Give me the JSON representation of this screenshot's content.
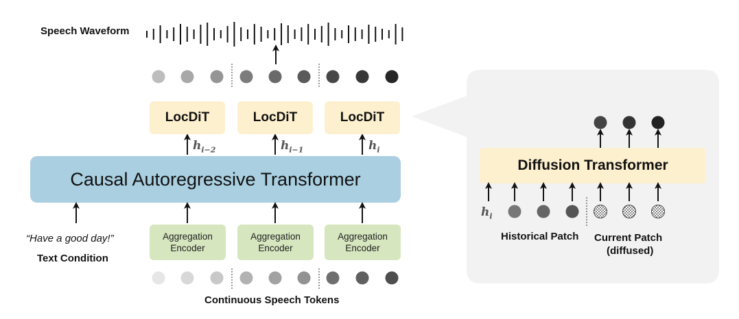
{
  "waveform_label": "Speech Waveform",
  "locdit_label": "LocDiT",
  "hidden_states": [
    {
      "base": "h",
      "sub": "i−2"
    },
    {
      "base": "h",
      "sub": "i−1"
    },
    {
      "base": "h",
      "sub": "i"
    }
  ],
  "transformer_label": "Causal Autoregressive Transformer",
  "aggregation_encoder_label": "Aggregation\nEncoder",
  "text_prompt": "“Have a good day!”",
  "text_condition_label": "Text Condition",
  "continuous_tokens_label": "Continuous Speech Tokens",
  "detail": {
    "diffusion_transformer_label": "Diffusion Transformer",
    "input_state": {
      "base": "h",
      "sub": "i"
    },
    "historical_patch_label": "Historical Patch",
    "current_patch_label": "Current Patch",
    "current_patch_note": "(diffused)"
  },
  "colors": {
    "transformer_fill": "#a9cfe0",
    "locdit_fill": "#fdf0cf",
    "aggregation_fill": "#d6e6bf",
    "detail_panel_fill": "#f2f2f2",
    "diffusion_fill": "#fdf0cf"
  }
}
